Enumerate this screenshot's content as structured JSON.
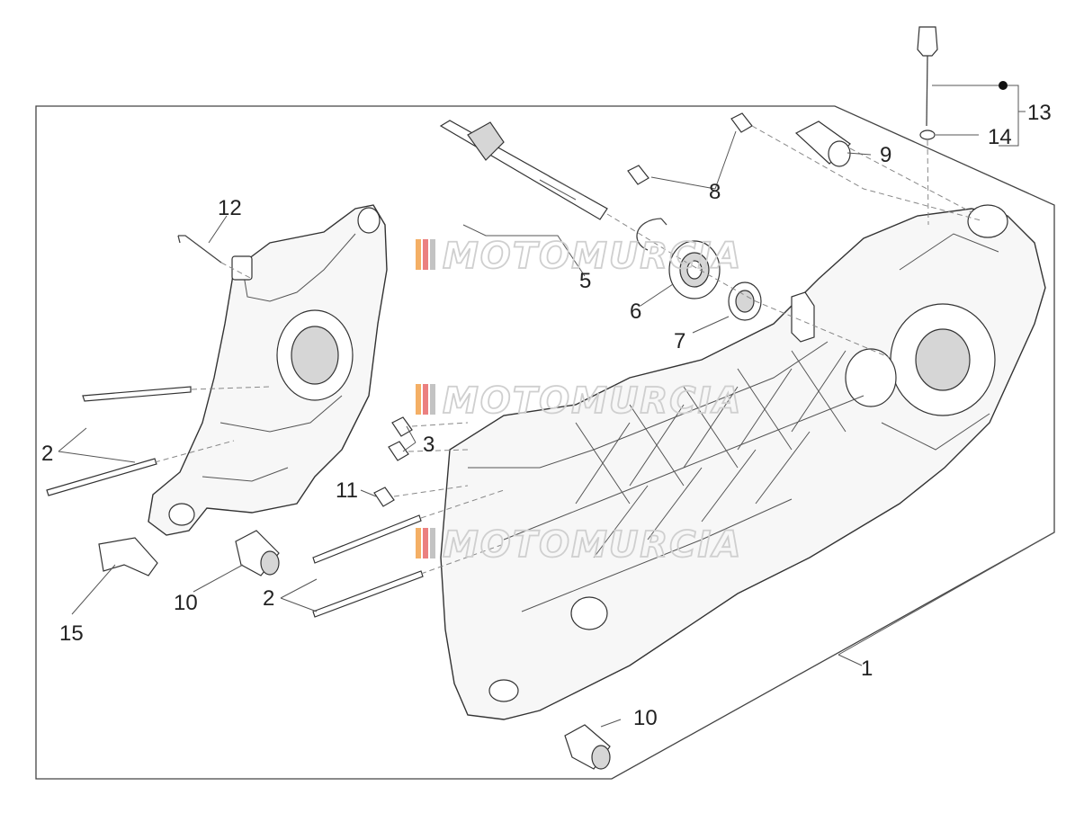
{
  "callouts": {
    "c1": "1",
    "c2a": "2",
    "c2b": "2",
    "c3": "3",
    "c5": "5",
    "c6": "6",
    "c7": "7",
    "c8": "8",
    "c9": "9",
    "c10a": "10",
    "c10b": "10",
    "c11": "11",
    "c12": "12",
    "c13": "13",
    "c14": "14",
    "c15": "15"
  },
  "watermark": {
    "text": "MOTOMURCIA",
    "stripe_colors": [
      "#f2a14a",
      "#e86a6a",
      "#b9b9b9"
    ]
  },
  "colors": {
    "line": "#444444",
    "callout_text": "#222222"
  }
}
